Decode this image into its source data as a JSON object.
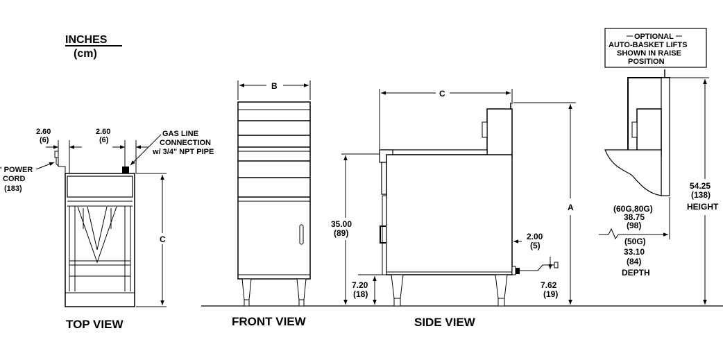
{
  "units": {
    "primary": "INCHES",
    "secondary": "(cm)"
  },
  "views": {
    "top": "TOP VIEW",
    "front": "FRONT VIEW",
    "side": "SIDE VIEW"
  },
  "top_view": {
    "dim_left": "2.60",
    "dim_left_cm": "(6)",
    "dim_right": "2.60",
    "dim_right_cm": "(6)",
    "power_cord_line1": "' POWER",
    "power_cord_line2": "CORD",
    "power_cord_cm": "(183)",
    "gas_line1": "GAS LINE",
    "gas_line2": "CONNECTION",
    "gas_line3": "w/ 3/4\" NPT PIPE",
    "depth_label": "C"
  },
  "front_view": {
    "width_label": "B"
  },
  "side_view": {
    "depth_label": "C",
    "height_in": "35.00",
    "height_cm": "(89)",
    "offset_in": "2.00",
    "offset_cm": "(5)",
    "leg_in": "7.20",
    "leg_cm": "(18)",
    "gas_height_in": "7.62",
    "gas_height_cm": "(19)",
    "overall_label": "A"
  },
  "optional_box": {
    "line1": "OPTIONAL",
    "line2": "AUTO-BASKET LIFTS",
    "line3": "SHOWN IN RAISE",
    "line4": "POSITION"
  },
  "basket_lift": {
    "depth_60_80_label": "(60G,80G)",
    "depth_60_80_in": "38.75",
    "depth_60_80_cm": "(98)",
    "depth_50_label": "(50G)",
    "depth_50_in": "33.10",
    "depth_50_cm": "(84)",
    "depth_word": "DEPTH",
    "height_in": "54.25",
    "height_cm": "(138)",
    "height_word": "HEIGHT"
  }
}
